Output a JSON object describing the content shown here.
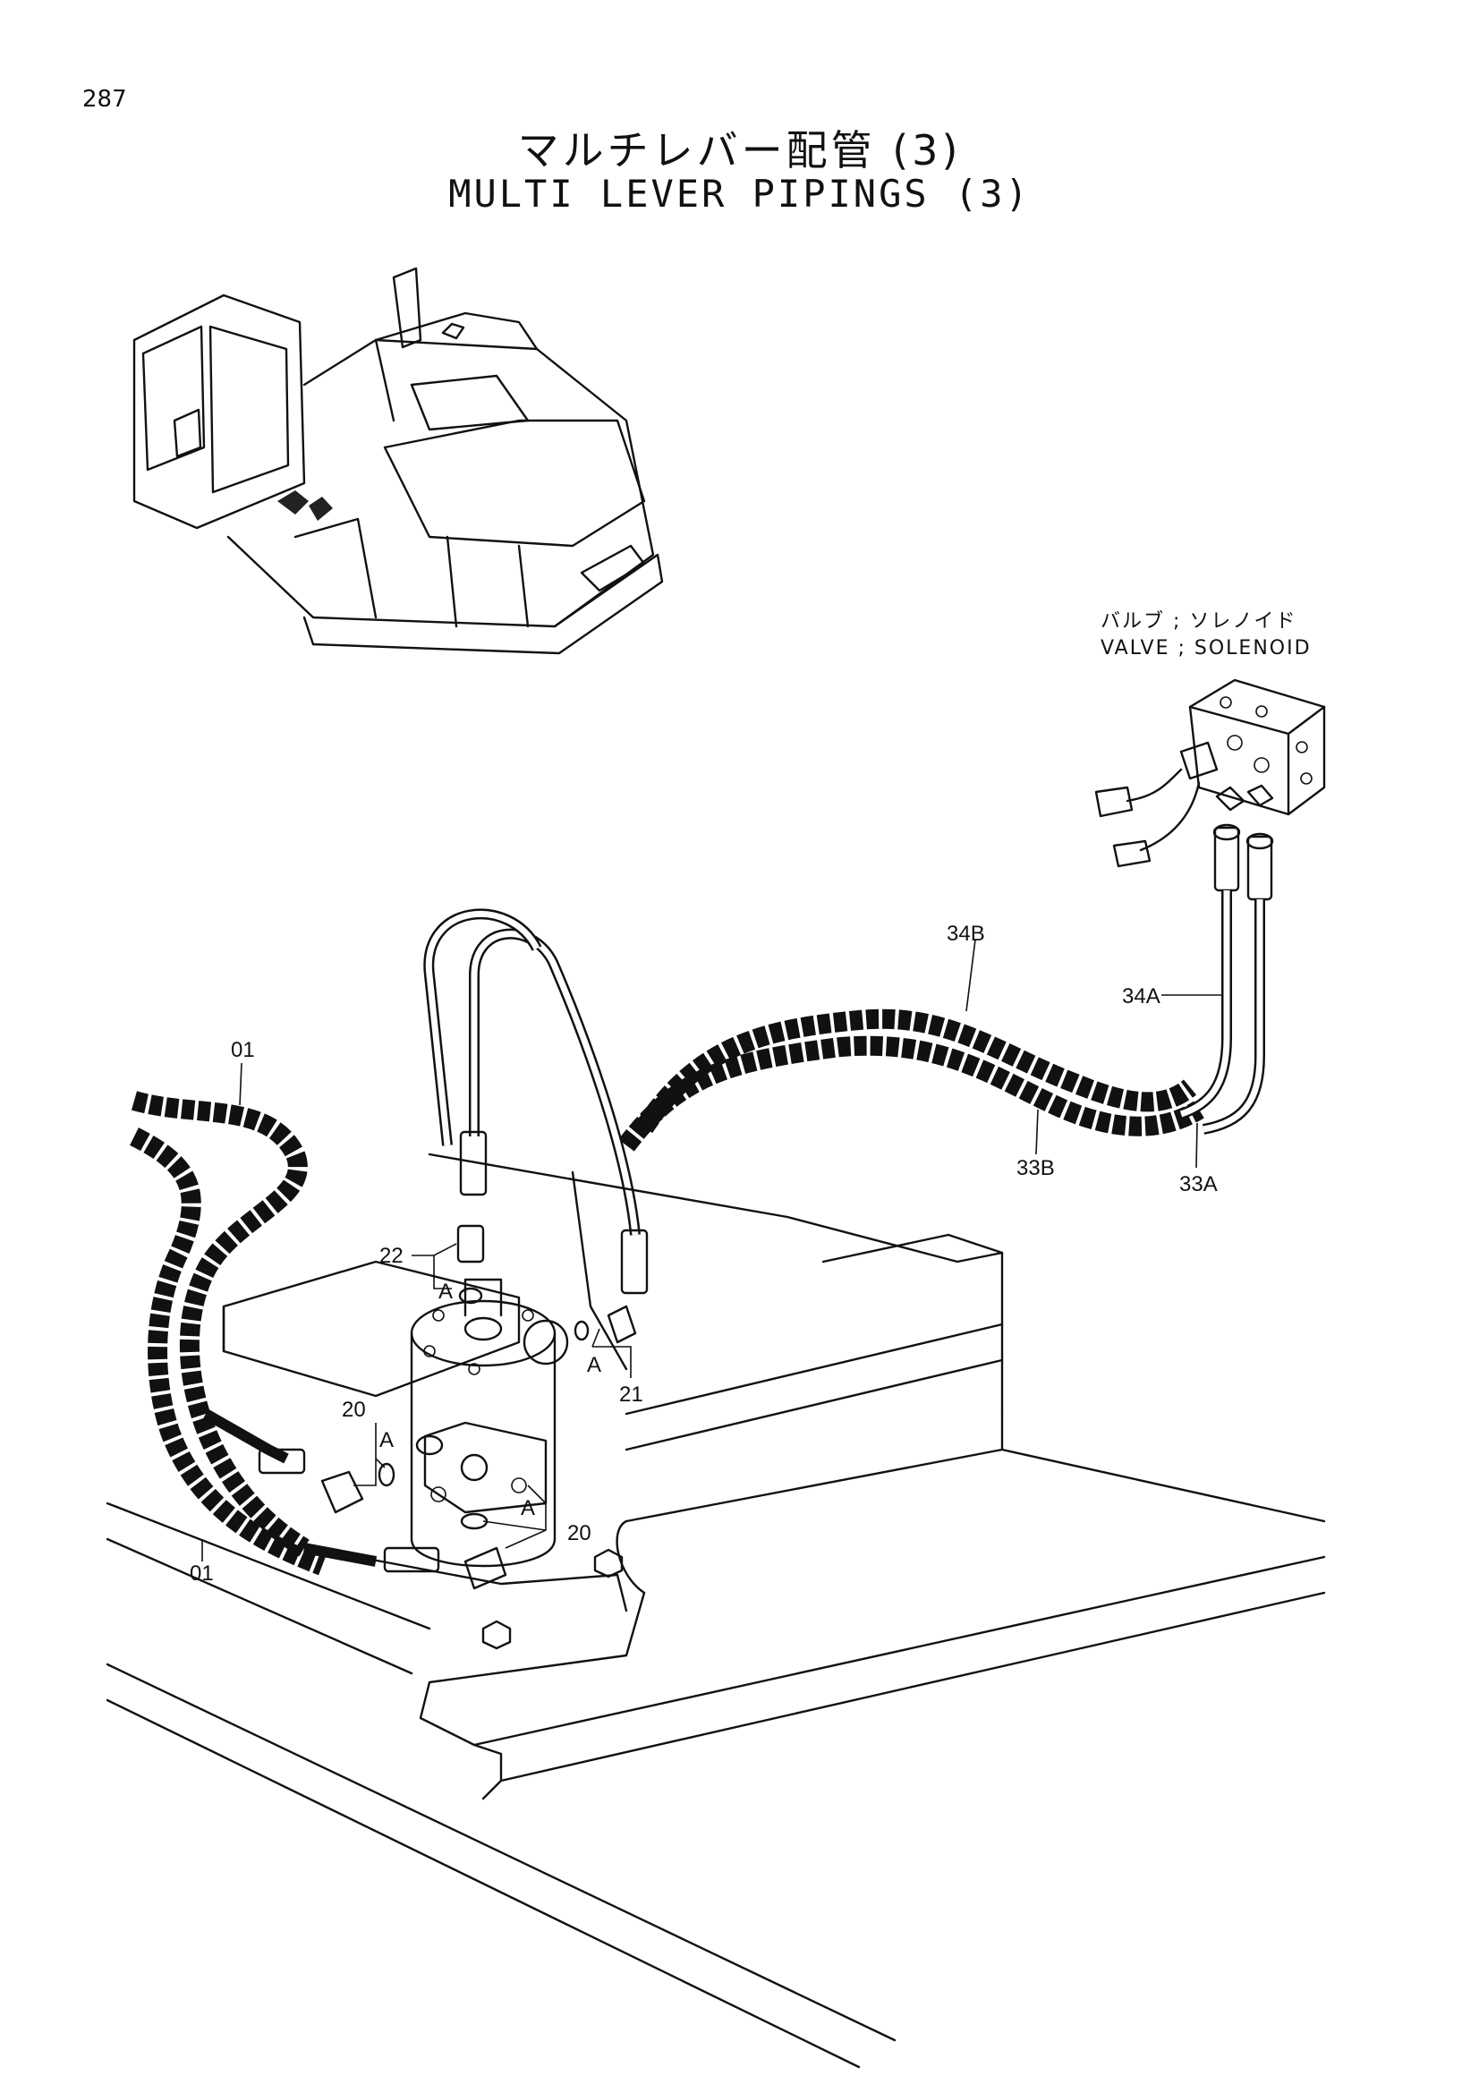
{
  "page_number": "287",
  "title_jp": "マルチレバー配管 (3)",
  "title_en": "MULTI LEVER PIPINGS (3)",
  "solenoid_label": {
    "jp": "バルブ ; ソレノイド",
    "en": "VALVE ; SOLENOID"
  },
  "callouts": {
    "c01_top": "01",
    "c01_bottom": "01",
    "c34B": "34B",
    "c34A": "34A",
    "c33B": "33B",
    "c33A": "33A",
    "c22": "22",
    "c21": "21",
    "c20_left": "20",
    "c20_right": "20",
    "a1": "A",
    "a2": "A",
    "a3": "A",
    "a4": "A"
  }
}
